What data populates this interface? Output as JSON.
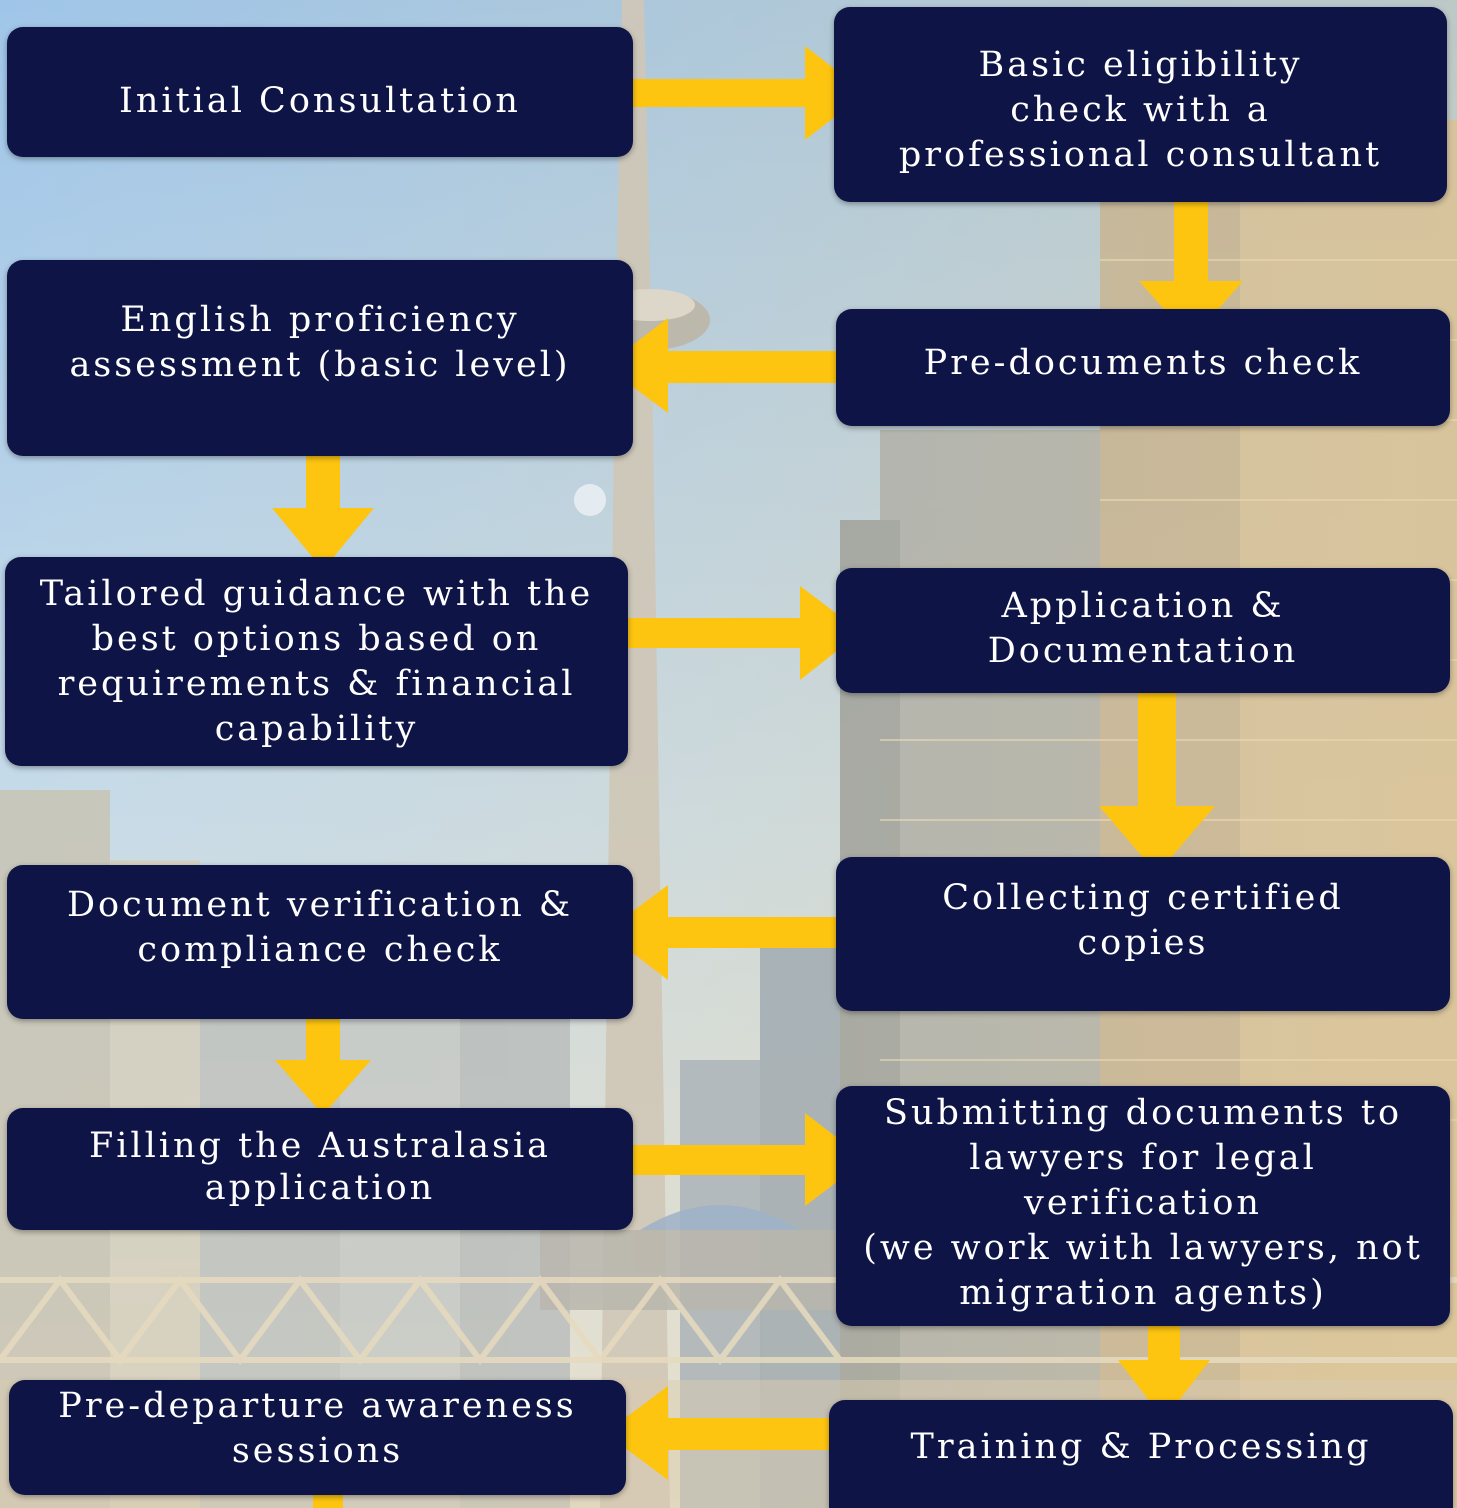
{
  "palette": {
    "box_fill": "#0e1446",
    "text": "#ffffff",
    "arrow": "#fdc510",
    "sky_top": "#a9cbe9",
    "sky_bottom": "#dfe7e9"
  },
  "steps": {
    "initial_consultation": [
      "Initial Consultation"
    ],
    "eligibility_check": [
      "Basic eligibility",
      "check with a",
      "professional consultant"
    ],
    "english_assessment": [
      "English proficiency",
      "assessment (basic level)"
    ],
    "pre_documents_check": [
      "Pre-documents check"
    ],
    "tailored_guidance": [
      "Tailored guidance with the",
      "best options based on",
      "requirements & financial",
      "capability"
    ],
    "application_documentation": [
      "Application &",
      "Documentation"
    ],
    "document_verification": [
      "Document verification &",
      "compliance check"
    ],
    "collecting_copies": [
      "Collecting certified",
      "copies"
    ],
    "filling_application": [
      "Filling the Australasia",
      "application"
    ],
    "submitting_documents": [
      "Submitting documents to",
      "lawyers for legal",
      "verification",
      "(we work with lawyers, not",
      "migration agents)"
    ],
    "pre_departure": [
      "Pre-departure awareness",
      "sessions"
    ],
    "training_processing": [
      "Training & Processing"
    ]
  }
}
